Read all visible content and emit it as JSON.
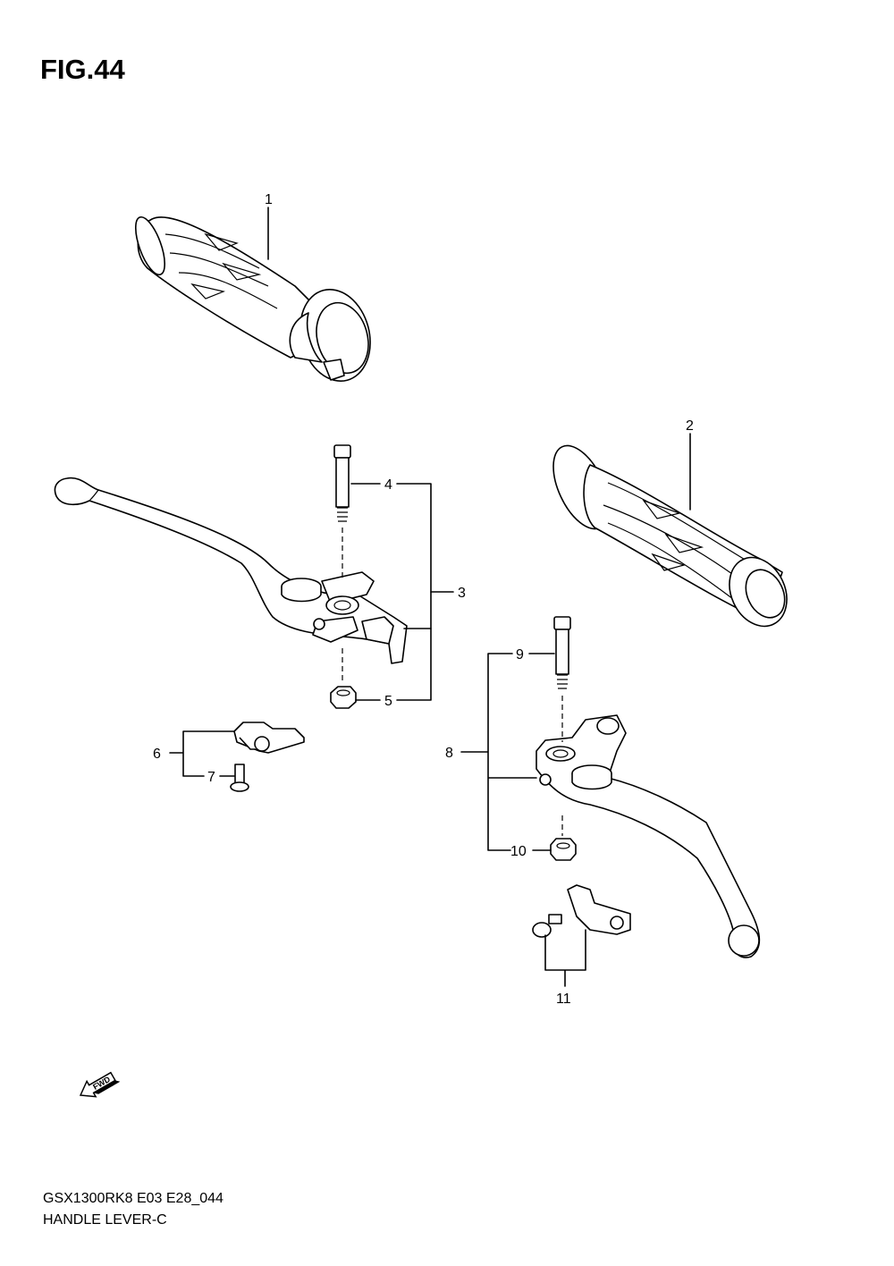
{
  "figure": {
    "title": "FIG.44"
  },
  "footer": {
    "model": "GSX1300RK8 E03 E28_044",
    "name": "HANDLE LEVER-C"
  },
  "fwd_arrow": {
    "label": "FWD"
  },
  "callouts": [
    "1",
    "2",
    "3",
    "4",
    "5",
    "6",
    "7",
    "8",
    "9",
    "10",
    "11"
  ]
}
